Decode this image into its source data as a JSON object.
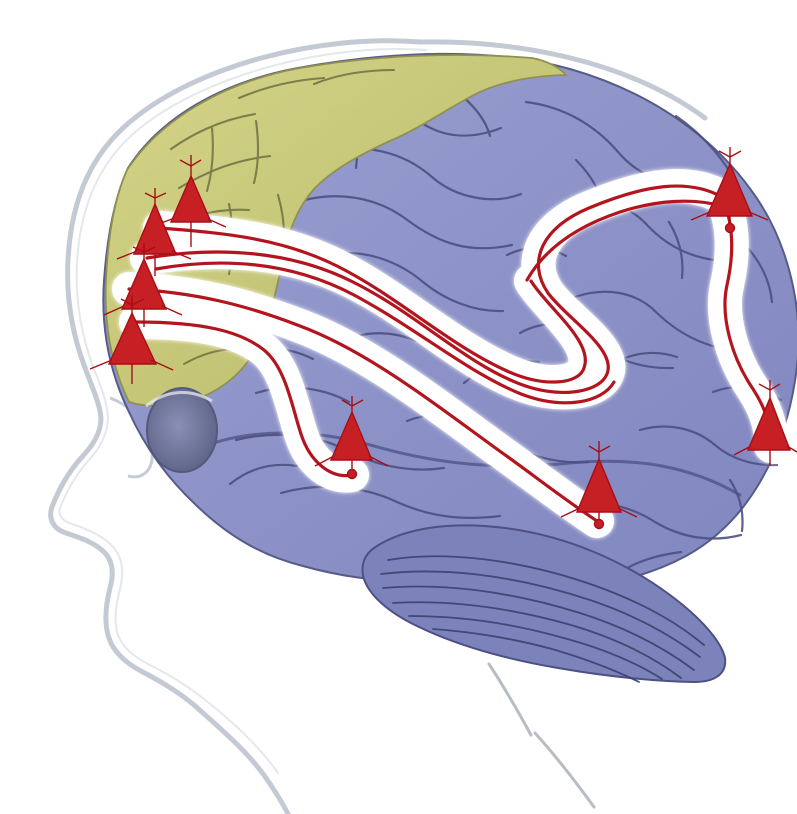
{
  "diagram": {
    "colors": {
      "background": "#ffffff",
      "head_outline": "#c9ced6",
      "brain_fill": "#8d92c8",
      "brain_dark": "#6f74ad",
      "brain_line": "#4b4f80",
      "frontal_fill": "#c9c979",
      "frontal_dark": "#a7a95c",
      "cerebellum_fill": "#7f85bd",
      "eye_fill": "#6c7297",
      "pathway_glow": "#ffffff",
      "pathway_red": "#b3151f",
      "neuron_red": "#c61f24"
    },
    "elements": {
      "head_profile": "head-outline",
      "brain": "brain",
      "frontal_region": "prefrontal-cortex",
      "cerebellum": "cerebellum",
      "eye": "eye",
      "pathways": "neural-pathways",
      "neurons": "pyramidal-neurons"
    }
  }
}
